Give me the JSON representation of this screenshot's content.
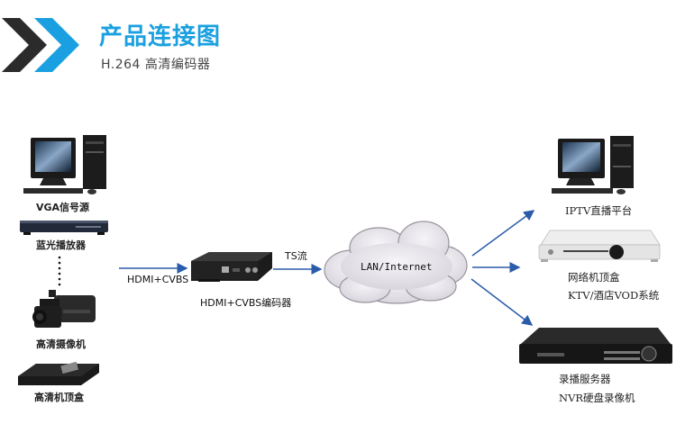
{
  "header": {
    "title": "产品连接图",
    "subtitle": "H.264 高清编码器",
    "chevron_icons": [
      "chevron-right-dark",
      "chevron-right-blue"
    ],
    "colors": {
      "accent": "#1aa0e0",
      "dark": "#2b2b2b"
    }
  },
  "sources": [
    {
      "icon": "desktop-computer",
      "label": "VGA信号源"
    },
    {
      "icon": "blu-ray-player",
      "label": "蓝光播放器"
    },
    {
      "icon": "camcorder",
      "label": "高清摄像机"
    },
    {
      "icon": "set-top-box",
      "label": "高清机顶盒"
    }
  ],
  "input_link": {
    "label": "HDMI+CVBS"
  },
  "encoder": {
    "icon": "encoder-box",
    "label": "HDMI+CVBS编码器"
  },
  "output_link": {
    "label": "TS流"
  },
  "network": {
    "icon": "cloud",
    "label": "LAN/Internet"
  },
  "destinations": [
    {
      "icon": "desktop-computer",
      "lines": [
        "IPTV直播平台"
      ]
    },
    {
      "icon": "network-set-top-box",
      "lines": [
        "网络机顶盒",
        "KTV/酒店VOD系统"
      ]
    },
    {
      "icon": "nvr-recorder",
      "lines": [
        "录播服务器",
        "NVR硬盘录像机"
      ]
    }
  ],
  "colors": {
    "arrow": "#2a5caa"
  }
}
